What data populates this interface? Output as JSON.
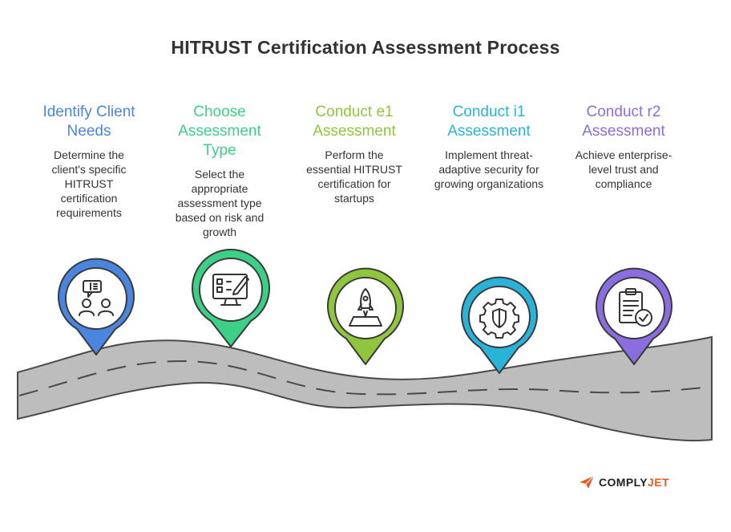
{
  "title": "HITRUST Certification Assessment Process",
  "steps": [
    {
      "title": "Identify Client Needs",
      "description": "Determine the client's specific HITRUST certification requirements",
      "color": "#4a86e0",
      "icon": "people-chat-icon"
    },
    {
      "title": "Choose Assessment Type",
      "description": "Select the appropriate assessment type based on risk and growth",
      "color": "#3ccf86",
      "icon": "monitor-edit-icon"
    },
    {
      "title": "Conduct e1 Assessment",
      "description": "Perform the essential HITRUST certification for startups",
      "color": "#8fc63d",
      "icon": "rocket-launch-icon"
    },
    {
      "title": "Conduct i1 Assessment",
      "description": "Implement threat-adaptive security for growing organizations",
      "color": "#2ab3d8",
      "icon": "gear-shield-icon"
    },
    {
      "title": "Conduct r2 Assessment",
      "description": "Achieve enterprise-level trust and compliance",
      "color": "#8a6ee0",
      "icon": "clipboard-check-icon"
    }
  ],
  "brand": {
    "prefix": "COMPLY",
    "suffix": "JET",
    "accent": "#ef5a22"
  }
}
